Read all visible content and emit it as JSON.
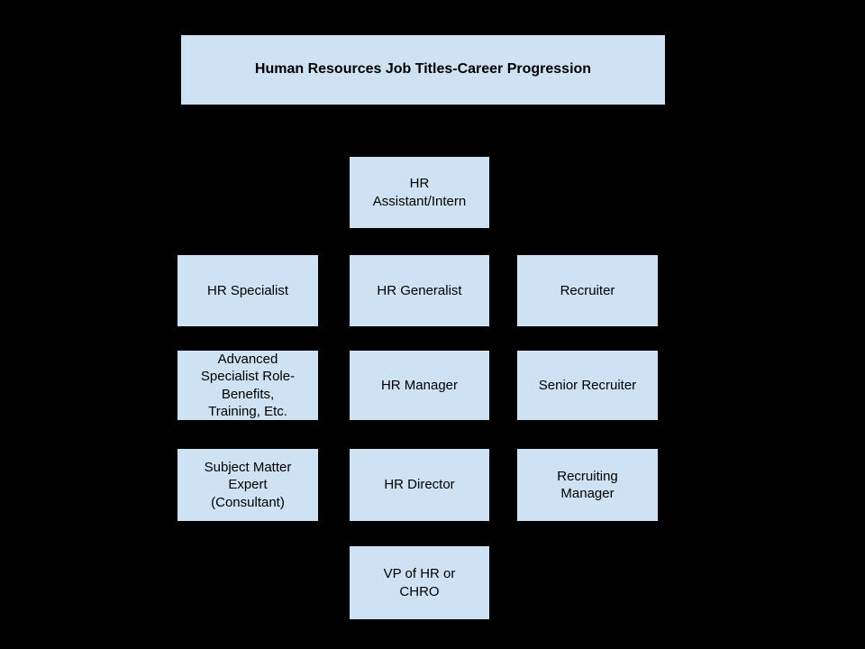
{
  "diagram": {
    "title": "Human Resources Job Titles-Career Progression",
    "colors": {
      "background": "#000000",
      "box_fill": "#cfe2f3",
      "box_border": "#000000",
      "text": "#000000"
    },
    "nodes": {
      "assistant": "HR\nAssistant/Intern",
      "specialist": "HR Specialist",
      "generalist": "HR Generalist",
      "recruiter": "Recruiter",
      "advanced_specialist": "Advanced\nSpecialist Role-\nBenefits,\nTraining, Etc.",
      "manager": "HR Manager",
      "senior_recruiter": "Senior Recruiter",
      "sme": "Subject Matter\nExpert\n(Consultant)",
      "director": "HR Director",
      "recruiting_manager": "Recruiting\nManager",
      "vp": "VP of HR or\nCHRO"
    }
  }
}
